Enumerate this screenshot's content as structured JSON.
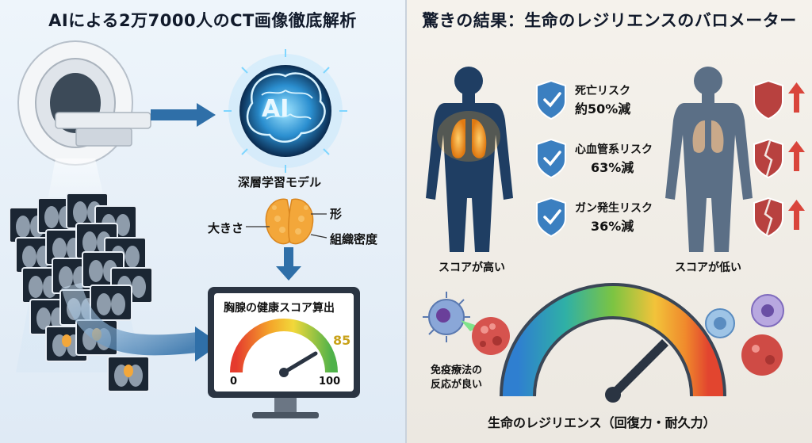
{
  "left": {
    "title": "AIによる2万7000人のCT画像徹底解析",
    "ai_badge": "AI",
    "model_label": "深層学習モデル",
    "features": {
      "size": "大きさ",
      "shape": "形",
      "density": "組織密度"
    },
    "monitor": {
      "title": "胸腺の健康スコア算出",
      "score": "85",
      "min": "0",
      "max": "100"
    }
  },
  "right": {
    "title": "驚きの結果：生命のレジリエンスのバロメーター",
    "high_score_label": "スコアが高い",
    "low_score_label": "スコアが低い",
    "risks": [
      {
        "name": "死亡リスク",
        "value": "約50%減"
      },
      {
        "name": "心血管系リスク",
        "value": "63%減"
      },
      {
        "name": "ガン発生リスク",
        "value": "36%減"
      }
    ],
    "immuno_label_1": "免疫療法の",
    "immuno_label_2": "反応が良い",
    "gauge_caption": "生命のレジリエンス（回復力・耐久力）"
  },
  "colors": {
    "arrow_blue": "#2f6fa8",
    "shield_blue": "#3b7fc0",
    "shield_red": "#b8413f",
    "up_red": "#d9453b"
  }
}
